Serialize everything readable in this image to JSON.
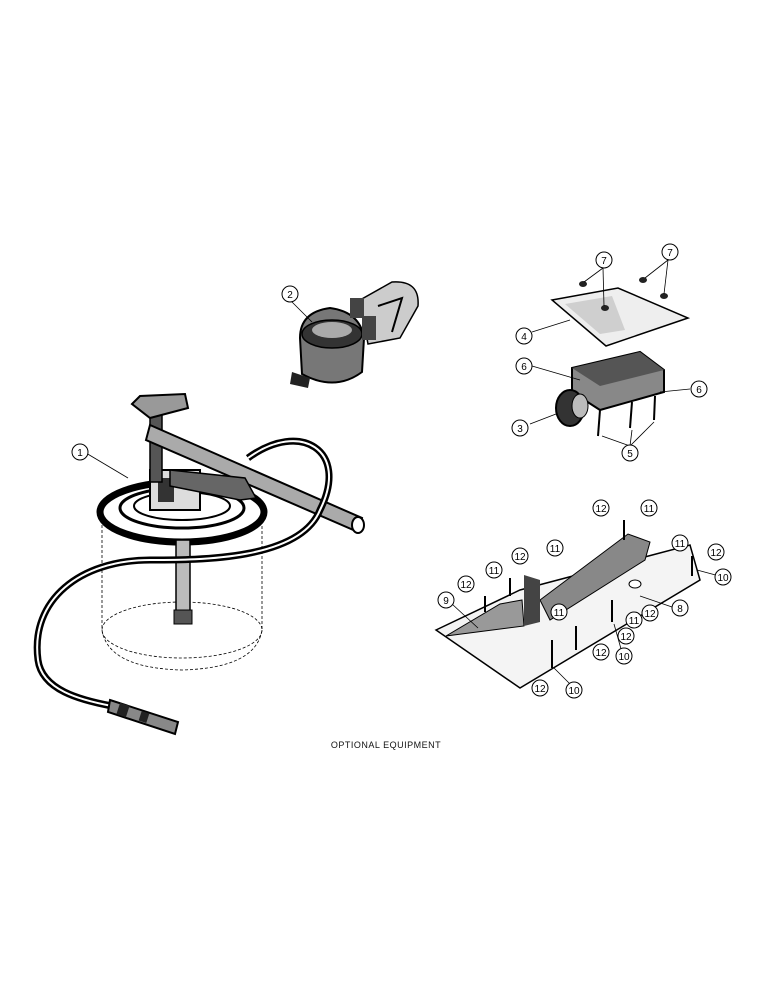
{
  "caption": "OPTIONAL EQUIPMENT",
  "callouts": [
    {
      "id": "c1",
      "label": "1"
    },
    {
      "id": "c2",
      "label": "2"
    },
    {
      "id": "c3",
      "label": "3"
    },
    {
      "id": "c4",
      "label": "4"
    },
    {
      "id": "c5",
      "label": "5"
    },
    {
      "id": "c6a",
      "label": "6"
    },
    {
      "id": "c6b",
      "label": "6"
    },
    {
      "id": "c7a",
      "label": "7"
    },
    {
      "id": "c7b",
      "label": "7"
    },
    {
      "id": "c8",
      "label": "8"
    },
    {
      "id": "c9",
      "label": "9"
    },
    {
      "id": "c10a",
      "label": "10"
    },
    {
      "id": "c10b",
      "label": "10"
    },
    {
      "id": "c10c",
      "label": "10"
    },
    {
      "id": "c11a",
      "label": "11"
    },
    {
      "id": "c11b",
      "label": "11"
    },
    {
      "id": "c11c",
      "label": "11"
    },
    {
      "id": "c11d",
      "label": "11"
    },
    {
      "id": "c11e",
      "label": "11"
    },
    {
      "id": "c11f",
      "label": "11"
    },
    {
      "id": "c12a",
      "label": "12"
    },
    {
      "id": "c12b",
      "label": "12"
    },
    {
      "id": "c12c",
      "label": "12"
    },
    {
      "id": "c12d",
      "label": "12"
    },
    {
      "id": "c12e",
      "label": "12"
    },
    {
      "id": "c12f",
      "label": "12"
    },
    {
      "id": "c12g",
      "label": "12"
    },
    {
      "id": "c12h",
      "label": "12"
    }
  ]
}
